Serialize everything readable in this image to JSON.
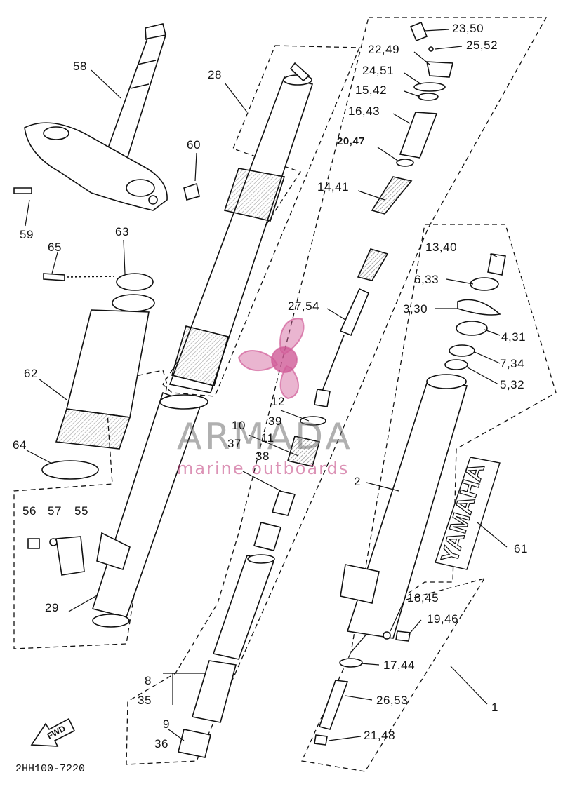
{
  "diagram": {
    "callouts": {
      "p58": "58",
      "p59": "59",
      "p60": "60",
      "p65": "65",
      "p63": "63",
      "p62": "62",
      "p64": "64",
      "p56": "56",
      "p57": "57",
      "p55": "55",
      "p29": "29",
      "p28": "28",
      "p23_50": "23,50",
      "p22_49": "22,49",
      "p25_52": "25,52",
      "p24_51": "24,51",
      "p15_42": "15,42",
      "p16_43": "16,43",
      "p20_47": "20,47",
      "p14_41": "14,41",
      "p27_54": "27,54",
      "p12": "12",
      "p39": "39",
      "p10": "10",
      "p37": "37",
      "p11": "11",
      "p38": "38",
      "p13_40": "13,40",
      "p6_33": "6,33",
      "p3_30": "3,30",
      "p4_31": "4,31",
      "p7_34": "7,34",
      "p5_32": "5,32",
      "p2": "2",
      "p61": "61",
      "p18_45": "18,45",
      "p19_46": "19,46",
      "p17_44": "17,44",
      "p26_53": "26,53",
      "p21_48": "21,48",
      "p1": "1",
      "p8": "8",
      "p35": "35",
      "p9": "9",
      "p36": "36"
    },
    "direction_marker": "FWD",
    "fork_brand": "YAMAHA",
    "reference_code": "2HH100-7220"
  },
  "watermark": {
    "name": "ARMADA",
    "tagline": "marine outboards"
  },
  "colors": {
    "ink": "#111111",
    "watermark_pink": "#d05b97",
    "watermark_grey": "#6f6f6f"
  }
}
